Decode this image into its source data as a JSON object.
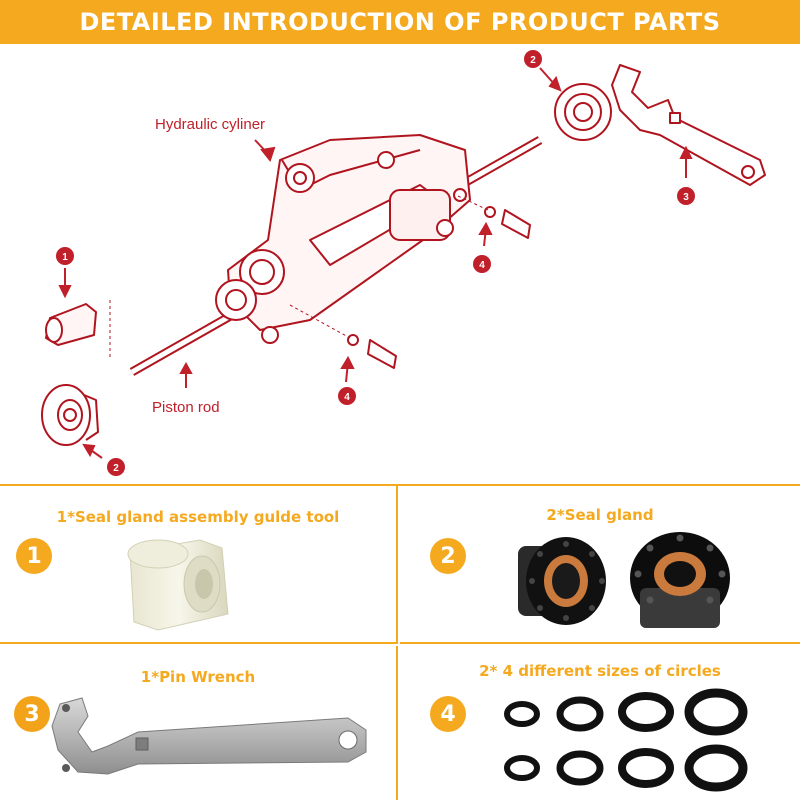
{
  "banner": {
    "title": "DETAILED INTRODUCTION OF PRODUCT PARTS"
  },
  "diagram": {
    "labels": {
      "hydraulic_cylinder": "Hydraulic cyliner",
      "piston_rod": "Piston rod"
    },
    "callouts": [
      "1",
      "2",
      "2",
      "3",
      "4",
      "4"
    ]
  },
  "parts": [
    {
      "number": "1",
      "title": "1*Seal gland assembly gulde tool"
    },
    {
      "number": "2",
      "title": "2*Seal gland"
    },
    {
      "number": "3",
      "title": "1*Pin Wrench"
    },
    {
      "number": "4",
      "title": "2* 4 different sizes of circles"
    }
  ],
  "colors": {
    "accent": "#f4a91f",
    "diagram_red": "#c0202a"
  },
  "icons": [
    "guide-tool-icon",
    "seal-gland-icon",
    "pin-wrench-icon",
    "o-ring-icon"
  ]
}
